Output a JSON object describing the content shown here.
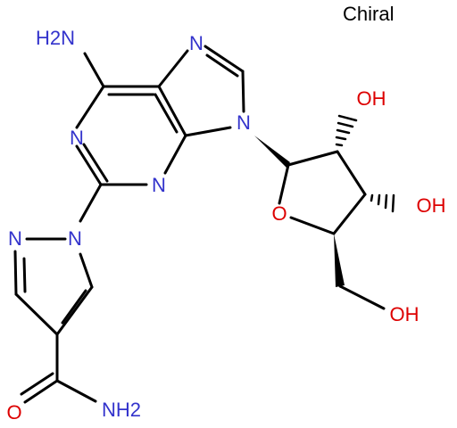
{
  "chiral_label": "Chiral",
  "atoms": {
    "amine_top": "H2N",
    "n_purine_1": "N",
    "n_purine_3": "N",
    "n_purine_7": "N",
    "n_purine_9": "N",
    "n_pyrazole_1": "N",
    "n_pyrazole_2": "N",
    "o_ring": "O",
    "oh_2": "OH",
    "oh_3": "OH",
    "oh_5": "OH",
    "o_carbonyl": "O",
    "amide_nh2": "NH2"
  },
  "colors": {
    "nitrogen": "#3333cc",
    "oxygen": "#dd0000",
    "bond": "#000000"
  }
}
